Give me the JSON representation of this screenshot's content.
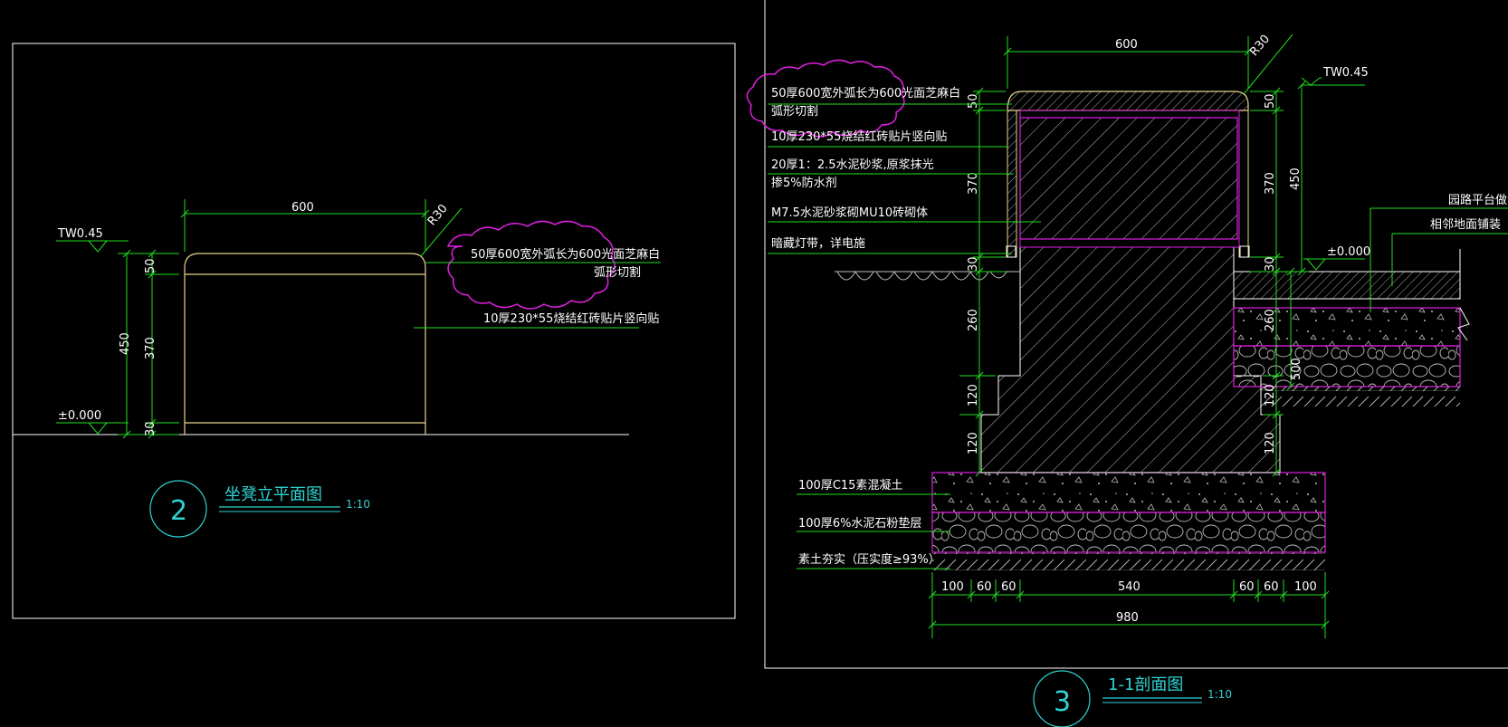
{
  "colors": {
    "background": "#000000",
    "frame": "#ffffff",
    "dimension": "#20e020",
    "outline": "#e8d48a",
    "section": "#e020e0",
    "cloud": "#e020e0",
    "title": "#2fd3d3",
    "hatch": "#bbbbbb"
  },
  "elevation": {
    "title": "坐凳立平面图",
    "number": "2",
    "scale": "1:10",
    "dim_width": "600",
    "radius": "R30",
    "dims_vertical": [
      "50",
      "370",
      "30"
    ],
    "dim_total": "450",
    "level_top": "TW0.45",
    "level_ground": "±0.000",
    "notes": [
      "50厚600宽外弧长为600光面芝麻白",
      "弧形切割",
      "10厚230*55烧结红砖贴片竖向贴"
    ]
  },
  "section": {
    "title": "1-1剖面图",
    "number": "3",
    "scale": "1:10",
    "dim_width": "600",
    "radius": "R30",
    "level_top": "TW0.45",
    "level_ground": "±0.000",
    "dims_left": [
      "50",
      "370",
      "30",
      "260",
      "120",
      "120"
    ],
    "dims_right": [
      "50",
      "370",
      "30",
      "260",
      "120",
      "120"
    ],
    "dim_total_right": "450",
    "dim_500": "500",
    "dims_bottom": [
      "100",
      "60",
      "60",
      "540",
      "60",
      "60",
      "100"
    ],
    "dim_bottom_total": "980",
    "notes_left": [
      "50厚600宽外弧长为600光面芝麻白",
      "弧形切割",
      "10厚230*55烧结红砖贴片竖向贴",
      "20厚1：2.5水泥砂浆,原浆抹光",
      "掺5%防水剂",
      "M7.5水泥砂浆砌MU10砖砌体",
      "暗藏灯带，详电施"
    ],
    "notes_bottom": [
      "100厚C15素混凝土",
      "100厚6%水泥石粉垫层",
      "素土夯实（压实度≥93%）"
    ],
    "notes_right": [
      "园路平台做法",
      "相邻地面铺装"
    ]
  }
}
